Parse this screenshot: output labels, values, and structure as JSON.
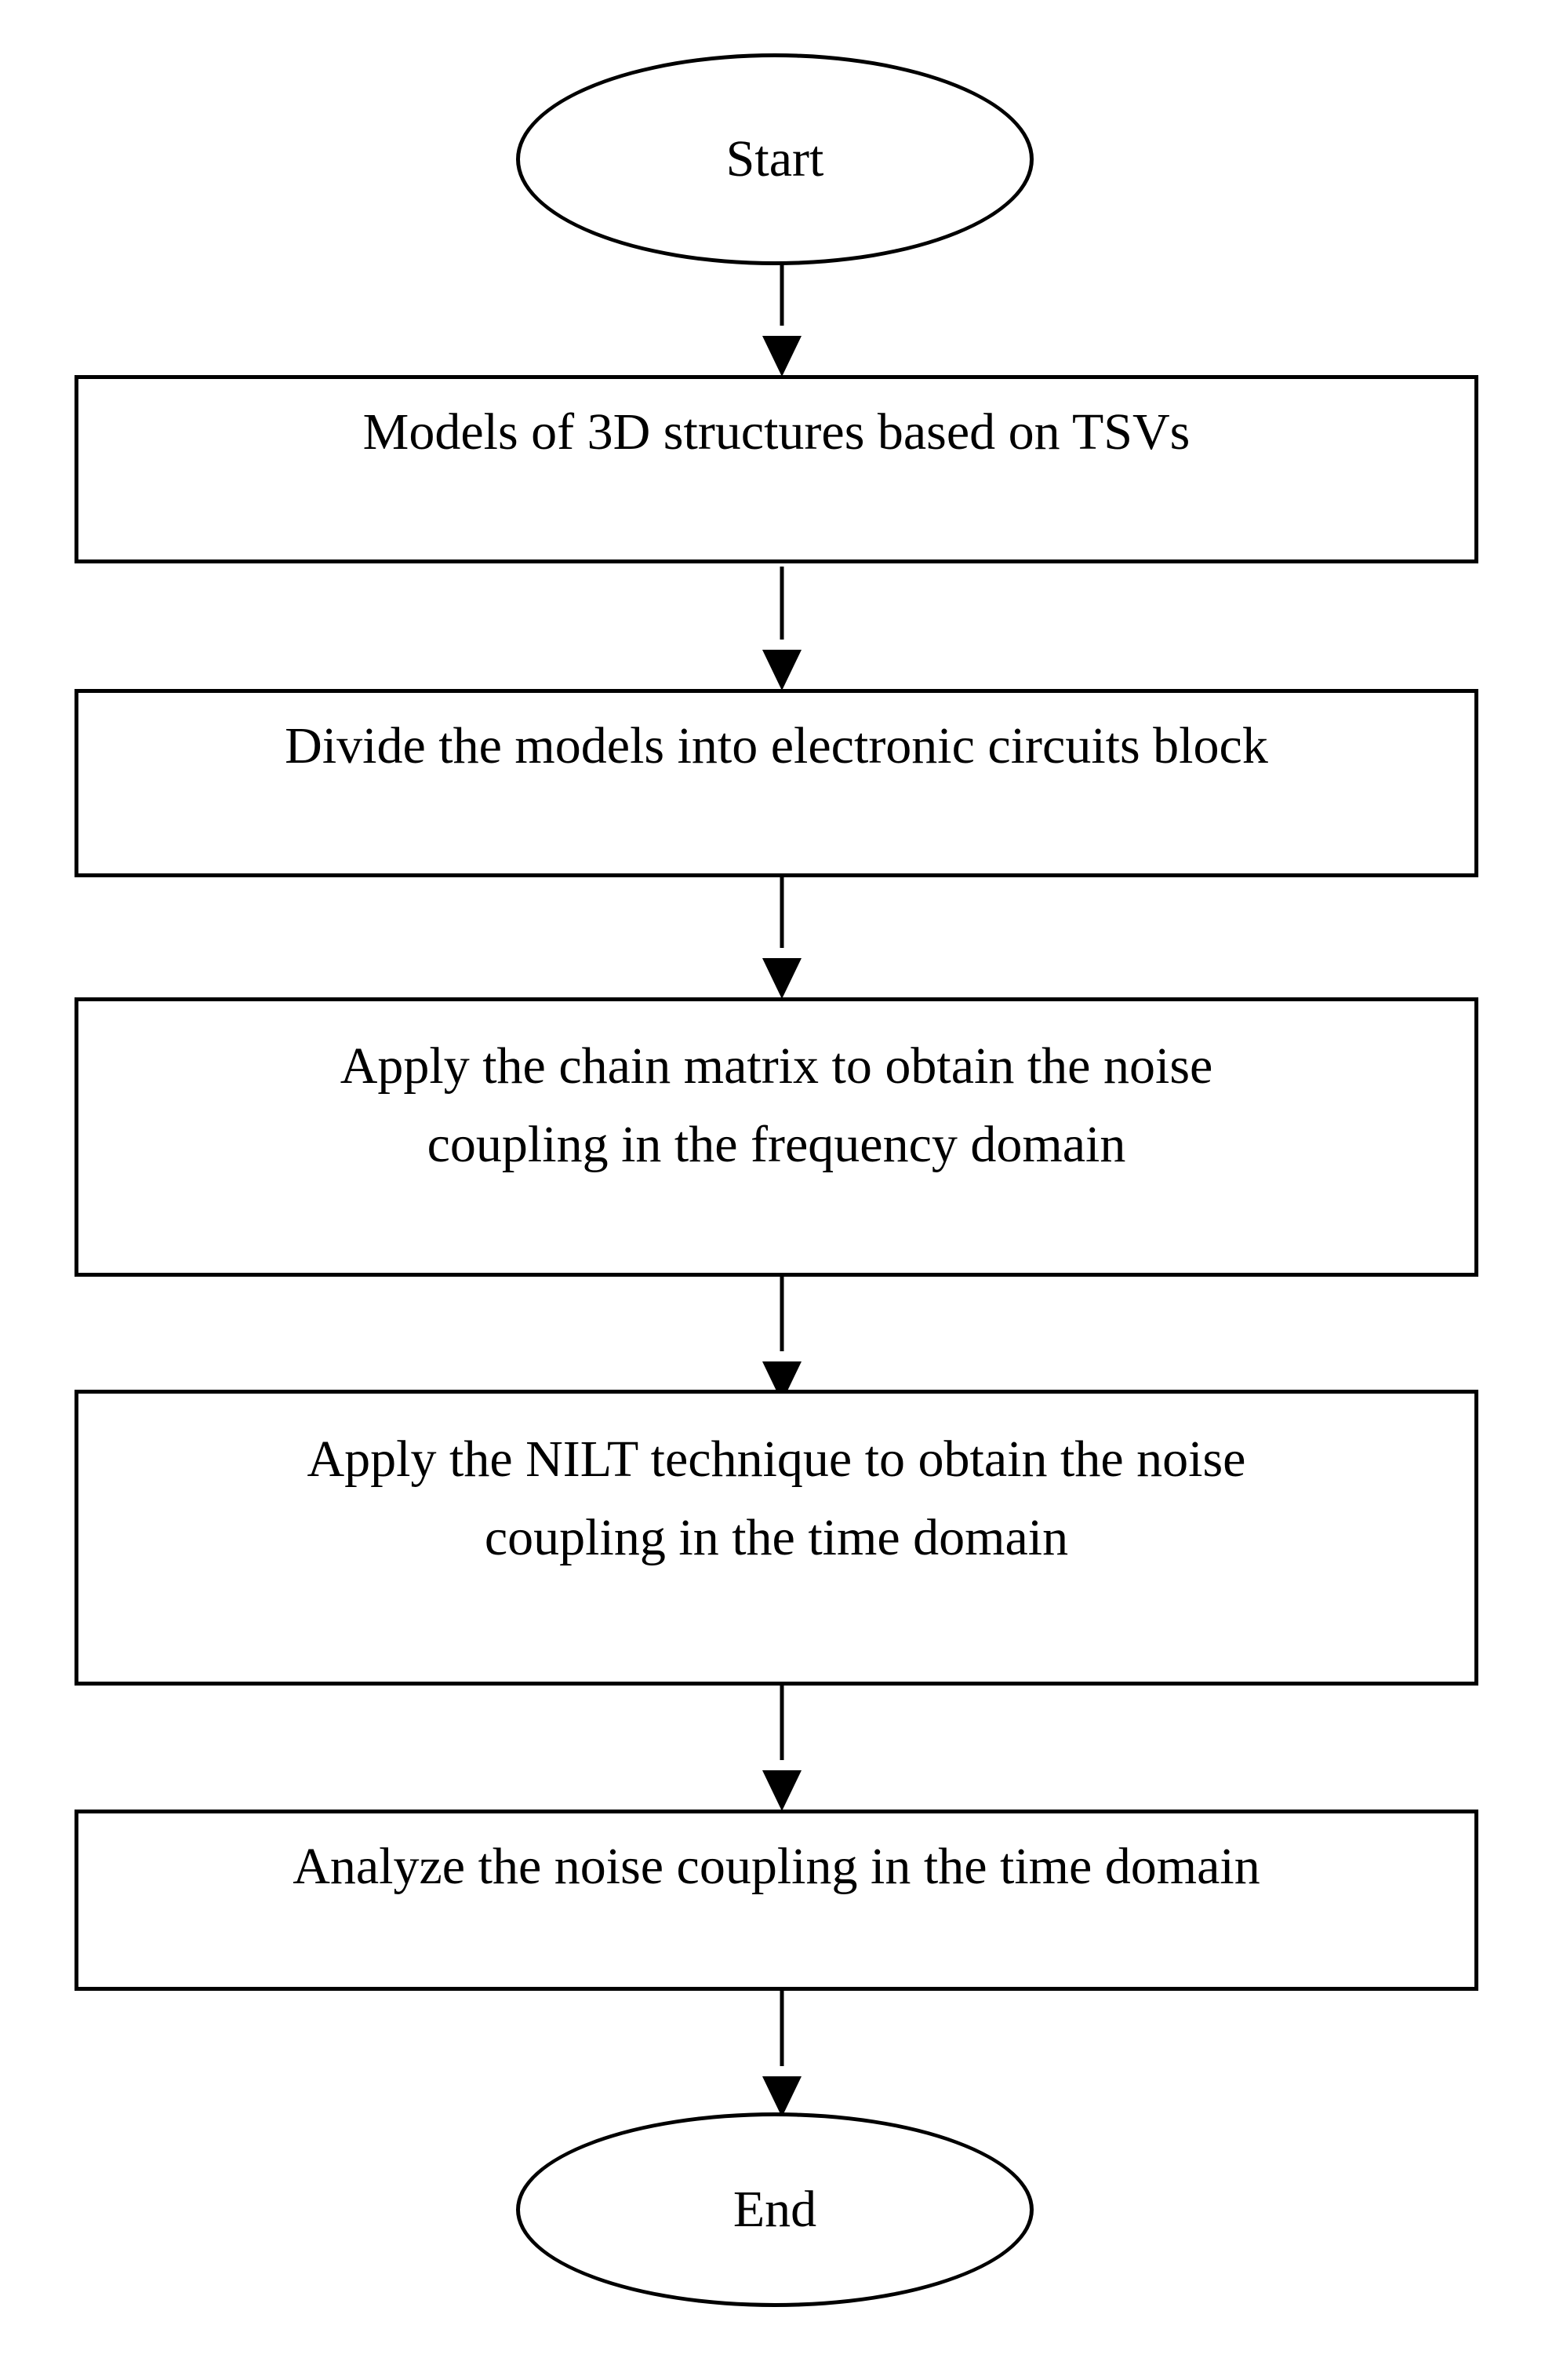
{
  "flowchart": {
    "start": {
      "label": "Start"
    },
    "steps": [
      {
        "label": "Models of 3D structures based on TSVs"
      },
      {
        "label": "Divide the models into electronic circuits block"
      },
      {
        "label": "Apply the chain matrix to obtain the noise\ncoupling in the frequency domain"
      },
      {
        "label": "Apply the NILT technique to obtain the noise\ncoupling in the time domain"
      },
      {
        "label": "Analyze the noise coupling in the time domain"
      }
    ],
    "end": {
      "label": "End"
    },
    "colors": {
      "stroke": "#000000",
      "fill": "#ffffff",
      "text": "#000000"
    }
  }
}
